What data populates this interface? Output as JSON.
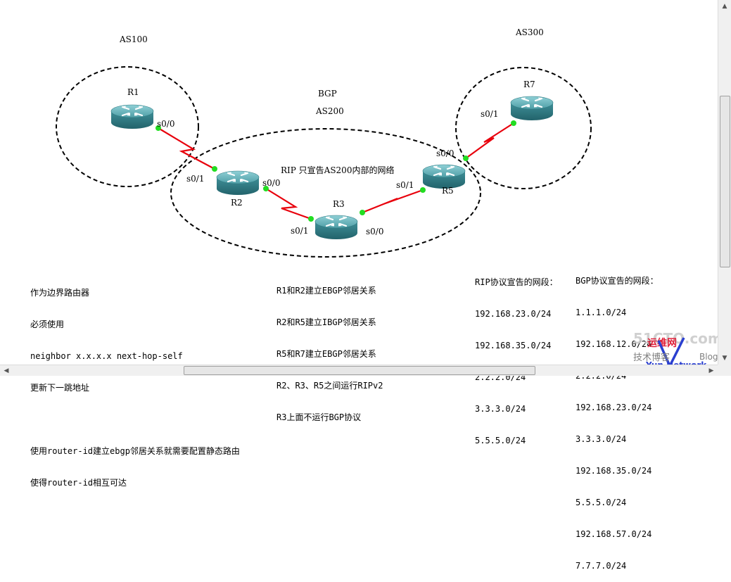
{
  "diagram": {
    "as_labels": {
      "as100": "AS100",
      "as300": "AS300",
      "bgp": "BGP",
      "as200": "AS200"
    },
    "rip_note": "RIP 只宣告AS200内部的网络",
    "routers": {
      "r1": "R1",
      "r2": "R2",
      "r3": "R3",
      "r5": "R5",
      "r7": "R7"
    },
    "interfaces": {
      "r1_s00": "s0/0",
      "r2_s01": "s0/1",
      "r2_s00": "s0/0",
      "r3_s01": "s0/1",
      "r3_s00": "s0/0",
      "r5_s01": "s0/1",
      "r5_s00": "s0/0",
      "r7_s01": "s0/1"
    }
  },
  "notes_left": {
    "line1": "作为边界路由器",
    "line2": "必须使用",
    "line3": "neighbor x.x.x.x next-hop-self",
    "line4": "更新下一跳地址",
    "line5": "使用router-id建立ebgp邻居关系就需要配置静态路由",
    "line6": "使得router-id相互可达"
  },
  "notes_middle": {
    "line1": "R1和R2建立EBGP邻居关系",
    "line2": "R2和R5建立IBGP邻居关系",
    "line3": "R5和R7建立EBGP邻居关系",
    "line4": "R2、R3、R5之间运行RIPv2",
    "line5": "R3上面不运行BGP协议"
  },
  "rip_networks": {
    "title": "RIP协议宣告的网段：",
    "items": [
      "192.168.23.0/24",
      "192.168.35.0/24",
      "2.2.2.0/24",
      "3.3.3.0/24",
      "5.5.5.0/24"
    ]
  },
  "bgp_networks": {
    "title": "BGP协议宣告的网段：",
    "items": [
      "1.1.1.0/24",
      "192.168.12.0/24",
      "2.2.2.0/24",
      "192.168.23.0/24",
      "3.3.3.0/24",
      "192.168.35.0/24",
      "5.5.5.0/24",
      "192.168.57.0/24",
      "7.7.7.0/24"
    ]
  },
  "watermark": {
    "site": "51CTO.com",
    "cn": "运维网",
    "tech": "技术博客",
    "blog": "Blog",
    "brand": "Yun Network"
  },
  "colors": {
    "serial_link": "#e8000c",
    "port_dot": "#22dd22",
    "router_body": "#3a8a92",
    "router_top": "#6ab8c0"
  }
}
